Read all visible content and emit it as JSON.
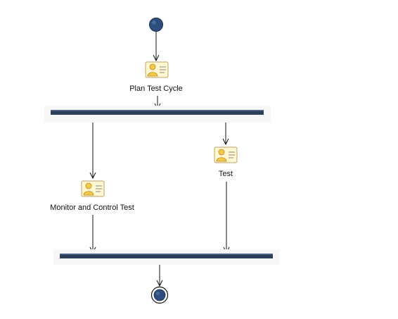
{
  "diagram": {
    "type": "uml-activity",
    "colors": {
      "node_fill": "#2d4f7e",
      "node_stroke": "#1a2f4e",
      "bar_fill": "#2c3e5a",
      "edge": "#111111",
      "icon_card": "#fff6d2",
      "icon_person": "#f2c94c",
      "icon_person_dark": "#b98a1a"
    },
    "nodes": {
      "initial": {
        "kind": "initial"
      },
      "plan": {
        "kind": "activity",
        "label": "Plan Test Cycle",
        "icon": "activity-person-card-icon"
      },
      "fork": {
        "kind": "fork"
      },
      "monitor": {
        "kind": "activity",
        "label": "Monitor and Control Test",
        "icon": "activity-person-card-icon"
      },
      "test": {
        "kind": "activity",
        "label": "Test",
        "icon": "activity-person-card-icon"
      },
      "join": {
        "kind": "join"
      },
      "final": {
        "kind": "final"
      }
    },
    "edges": [
      {
        "from": "initial",
        "to": "plan"
      },
      {
        "from": "plan",
        "to": "fork"
      },
      {
        "from": "fork",
        "to": "monitor"
      },
      {
        "from": "fork",
        "to": "test"
      },
      {
        "from": "monitor",
        "to": "join"
      },
      {
        "from": "test",
        "to": "join"
      },
      {
        "from": "join",
        "to": "final"
      }
    ]
  }
}
